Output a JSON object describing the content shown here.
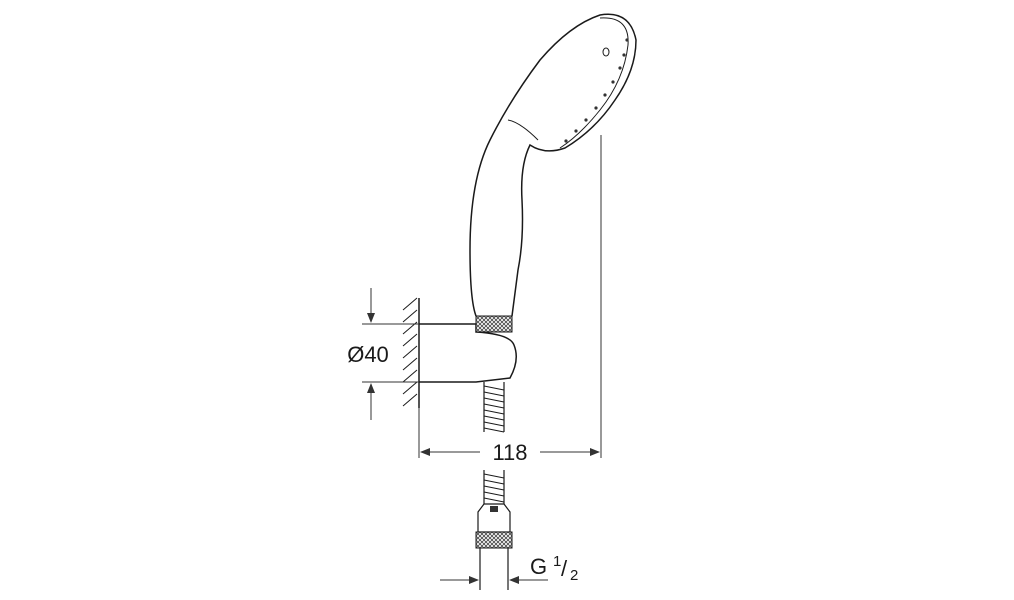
{
  "dimensions": {
    "diameter_label": "Ø40",
    "width_label": "118",
    "thread_label_main": "G",
    "thread_label_num": "1",
    "thread_label_sep": "/",
    "thread_label_den": "2"
  },
  "colors": {
    "line": "#1a1a1a",
    "dim_line": "#333333",
    "hatch_fill": "#555555"
  }
}
